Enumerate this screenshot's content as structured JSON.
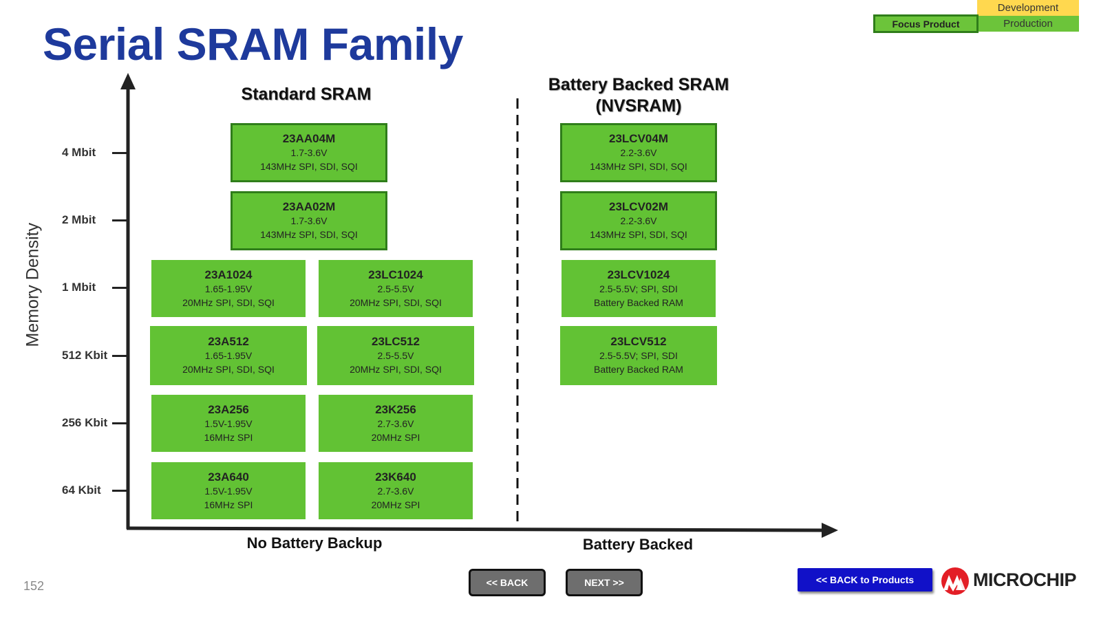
{
  "title": "Serial SRAM Family",
  "legend": {
    "development": "Development",
    "production": "Production",
    "focus_product": "Focus Product"
  },
  "axis": {
    "y_label": "Memory Density",
    "ticks": [
      "4 Mbit",
      "2 Mbit",
      "1 Mbit",
      "512 Kbit",
      "256 Kbit",
      "64 Kbit"
    ],
    "x_left_label": "No Battery Backup",
    "x_right_label": "Battery Backed"
  },
  "sections": {
    "standard": "Standard SRAM",
    "battery_line1": "Battery Backed SRAM",
    "battery_line2": "(NVSRAM)"
  },
  "products": {
    "p23AA04M": {
      "name": "23AA04M",
      "line1": "1.7-3.6V",
      "line2": "143MHz SPI, SDI, SQI"
    },
    "p23AA02M": {
      "name": "23AA02M",
      "line1": "1.7-3.6V",
      "line2": "143MHz SPI, SDI, SQI"
    },
    "p23A1024": {
      "name": "23A1024",
      "line1": "1.65-1.95V",
      "line2": "20MHz SPI, SDI, SQI"
    },
    "p23LC1024": {
      "name": "23LC1024",
      "line1": "2.5-5.5V",
      "line2": "20MHz SPI, SDI, SQI"
    },
    "p23A512": {
      "name": "23A512",
      "line1": "1.65-1.95V",
      "line2": "20MHz SPI, SDI, SQI"
    },
    "p23LC512": {
      "name": "23LC512",
      "line1": "2.5-5.5V",
      "line2": "20MHz SPI, SDI, SQI"
    },
    "p23A256": {
      "name": "23A256",
      "line1": "1.5V-1.95V",
      "line2": "16MHz SPI"
    },
    "p23K256": {
      "name": "23K256",
      "line1": "2.7-3.6V",
      "line2": "20MHz SPI"
    },
    "p23A640": {
      "name": "23A640",
      "line1": "1.5V-1.95V",
      "line2": "16MHz SPI"
    },
    "p23K640": {
      "name": "23K640",
      "line1": "2.7-3.6V",
      "line2": "20MHz SPI"
    },
    "p23LCV04M": {
      "name": "23LCV04M",
      "line1": "2.2-3.6V",
      "line2": "143MHz SPI, SDI, SQI"
    },
    "p23LCV02M": {
      "name": "23LCV02M",
      "line1": "2.2-3.6V",
      "line2": "143MHz SPI, SDI, SQI"
    },
    "p23LCV1024": {
      "name": "23LCV1024",
      "line1": "2.5-5.5V; SPI, SDI",
      "line2": "Battery Backed RAM"
    },
    "p23LCV512": {
      "name": "23LCV512",
      "line1": "2.5-5.5V; SPI, SDI",
      "line2": "Battery Backed RAM"
    }
  },
  "nav": {
    "back": "<< BACK",
    "next": "NEXT >>",
    "back_to_products": "<< BACK to Products"
  },
  "page_number": "152",
  "brand": "MICROCHIP",
  "colors": {
    "title": "#1e3a9c",
    "production_green": "#62c234",
    "focus_border": "#2f7d1a",
    "development_yellow": "#ffd84f",
    "products_button": "#1111c8"
  }
}
